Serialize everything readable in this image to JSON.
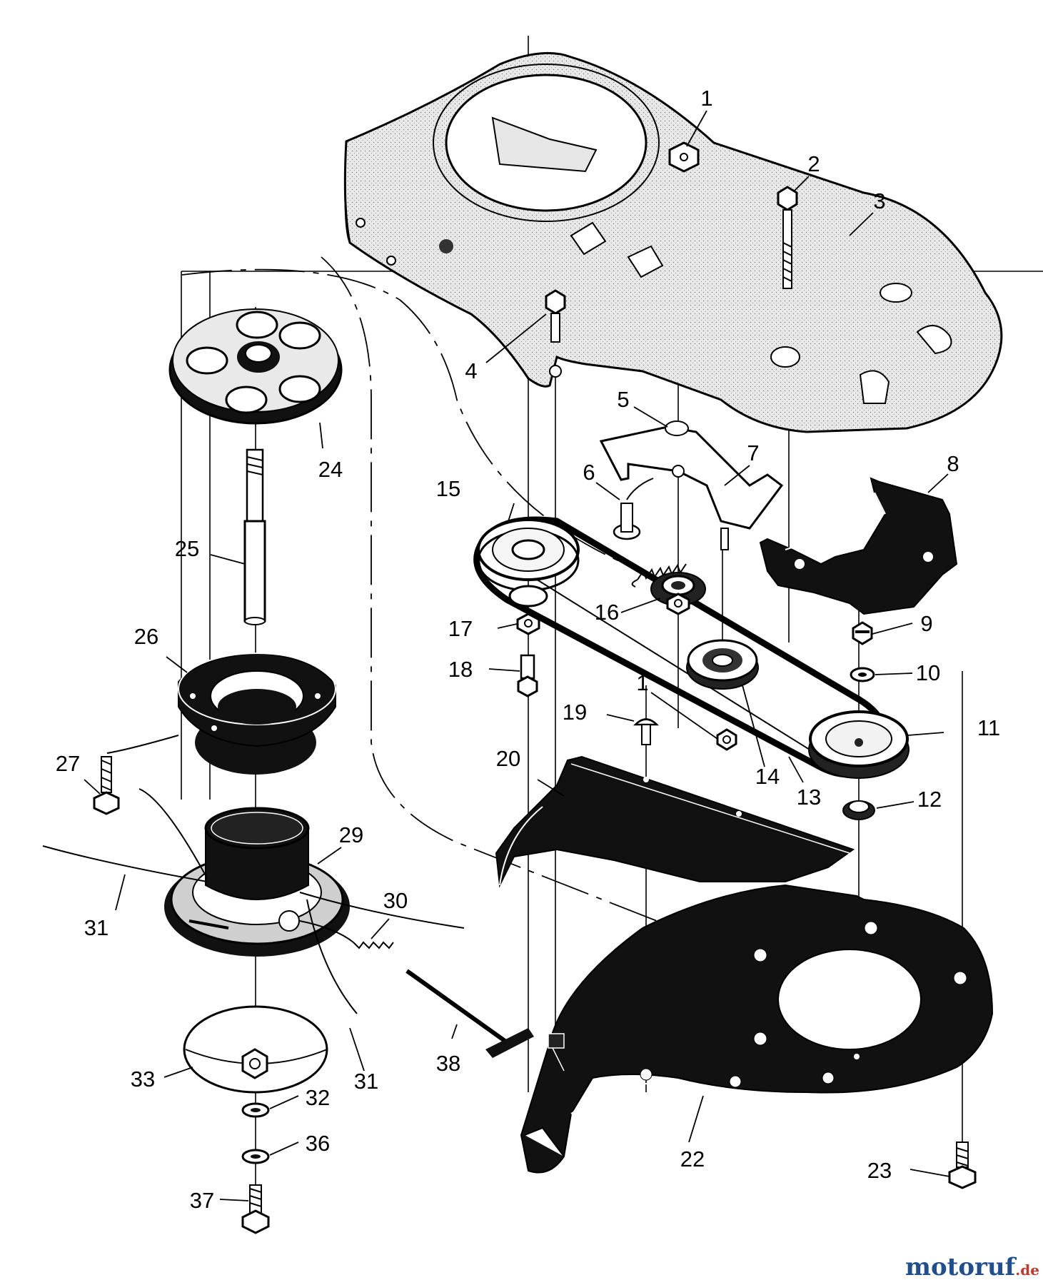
{
  "callouts": [
    {
      "id": "c1a",
      "text": "1"
    },
    {
      "id": "c2",
      "text": "2"
    },
    {
      "id": "c3",
      "text": "3"
    },
    {
      "id": "c4",
      "text": "4"
    },
    {
      "id": "c5",
      "text": "5"
    },
    {
      "id": "c6",
      "text": "6"
    },
    {
      "id": "c7",
      "text": "7"
    },
    {
      "id": "c8",
      "text": "8"
    },
    {
      "id": "c9",
      "text": "9"
    },
    {
      "id": "c10",
      "text": "10"
    },
    {
      "id": "c11",
      "text": "11"
    },
    {
      "id": "c12",
      "text": "12"
    },
    {
      "id": "c13",
      "text": "13"
    },
    {
      "id": "c14",
      "text": "14"
    },
    {
      "id": "c15",
      "text": "15"
    },
    {
      "id": "c16",
      "text": "16"
    },
    {
      "id": "c17",
      "text": "17"
    },
    {
      "id": "c18",
      "text": "18"
    },
    {
      "id": "c19",
      "text": "19"
    },
    {
      "id": "c1b",
      "text": "1"
    },
    {
      "id": "c20",
      "text": "20"
    },
    {
      "id": "c22",
      "text": "22"
    },
    {
      "id": "c23",
      "text": "23"
    },
    {
      "id": "c24",
      "text": "24"
    },
    {
      "id": "c25",
      "text": "25"
    },
    {
      "id": "c26",
      "text": "26"
    },
    {
      "id": "c27",
      "text": "27"
    },
    {
      "id": "c29",
      "text": "29"
    },
    {
      "id": "c30",
      "text": "30"
    },
    {
      "id": "c31a",
      "text": "31"
    },
    {
      "id": "c31b",
      "text": "31"
    },
    {
      "id": "c32",
      "text": "32"
    },
    {
      "id": "c33",
      "text": "33"
    },
    {
      "id": "c36",
      "text": "36"
    },
    {
      "id": "c37",
      "text": "37"
    },
    {
      "id": "c38",
      "text": "38"
    }
  ],
  "watermark": {
    "main": "motoruf",
    "suffix": ".de"
  }
}
